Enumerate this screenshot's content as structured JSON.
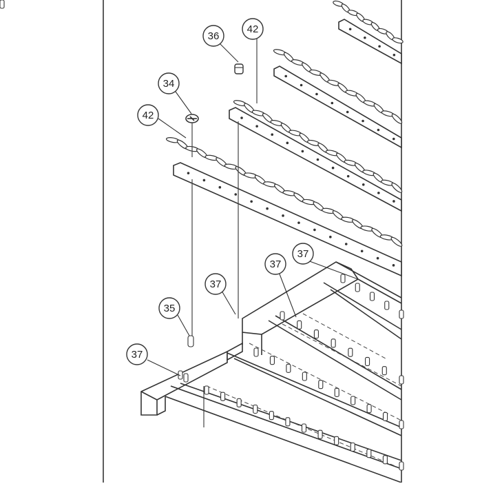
{
  "callouts": [
    {
      "id": "c36",
      "label": "36"
    },
    {
      "id": "c42-top",
      "label": "42"
    },
    {
      "id": "c34",
      "label": "34"
    },
    {
      "id": "c42-left",
      "label": "42"
    },
    {
      "id": "c37-a",
      "label": "37"
    },
    {
      "id": "c37-b",
      "label": "37"
    },
    {
      "id": "c37-c",
      "label": "37"
    },
    {
      "id": "c35",
      "label": "35"
    },
    {
      "id": "c37-d",
      "label": "37"
    }
  ],
  "colors": {
    "line": "#333333",
    "background": "#ffffff"
  }
}
